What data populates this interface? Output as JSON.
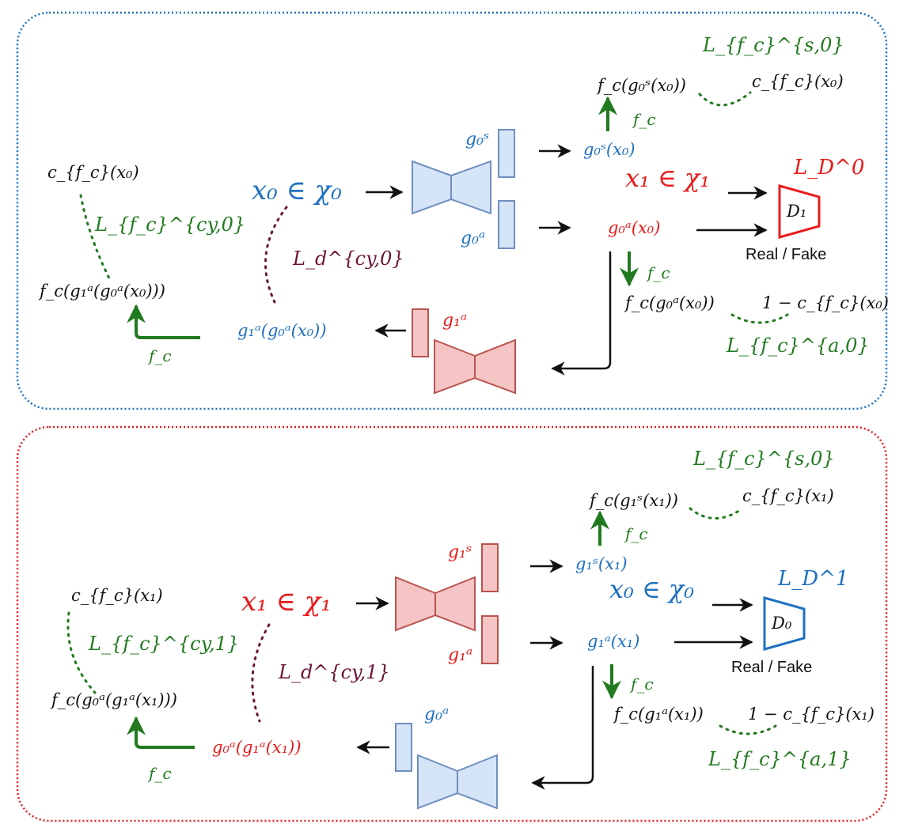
{
  "colors": {
    "blue": "#1f70c1",
    "red": "#e81c1c",
    "green": "#217a1f",
    "purple": "#6b1437",
    "black": "#111111",
    "net_blue_fill": "#d6e4f7",
    "net_blue_stroke": "#6f8fbf",
    "net_red_fill": "#f5c4c4",
    "net_red_stroke": "#b85450"
  },
  "top": {
    "enc_s_label": "g₀ˢ",
    "enc_a_label": "g₀ᵃ",
    "dec_label": "g₁ᵃ",
    "input": "x₀ ∈ χ₀",
    "target_domain": "x₁ ∈ χ₁",
    "style_code": "g₀ˢ(x₀)",
    "appearance_out": "g₀ᵃ(x₀)",
    "cycle_out": "g₁ᵃ(g₀ᵃ(x₀))",
    "fc_style": "f_c(g₀ˢ(x₀))",
    "c_style": "c_{f_c}(x₀)",
    "loss_style": "L_{f_c}^{s,0}",
    "fc_app": "f_c(g₀ᵃ(x₀))",
    "c_app": "1 − c_{f_c}(x₀)",
    "loss_app": "L_{f_c}^{a,0}",
    "c_cycle": "c_{f_c}(x₀)",
    "fc_cycle": "f_c(g₁ᵃ(g₀ᵃ(x₀)))",
    "loss_cycle_fc": "L_{f_c}^{cy,0}",
    "loss_cycle_d": "L_d^{cy,0}",
    "disc_label": "D₁",
    "disc_loss": "L_D^0",
    "real_fake": "Real / Fake",
    "fc_arrow_label": "f_c"
  },
  "bottom": {
    "enc_s_label": "g₁ˢ",
    "enc_a_label": "g₁ᵃ",
    "dec_label": "g₀ᵃ",
    "input": "x₁ ∈ χ₁",
    "target_domain": "x₀ ∈ χ₀",
    "style_code": "g₁ˢ(x₁)",
    "appearance_out": "g₁ᵃ(x₁)",
    "cycle_out": "g₀ᵃ(g₁ᵃ(x₁))",
    "fc_style": "f_c(g₁ˢ(x₁))",
    "c_style": "c_{f_c}(x₁)",
    "loss_style": "L_{f_c}^{s,0}",
    "fc_app": "f_c(g₁ᵃ(x₁))",
    "c_app": "1 − c_{f_c}(x₁)",
    "loss_app": "L_{f_c}^{a,1}",
    "c_cycle": "c_{f_c}(x₁)",
    "fc_cycle": "f_c(g₀ᵃ(g₁ᵃ(x₁)))",
    "loss_cycle_fc": "L_{f_c}^{cy,1}",
    "loss_cycle_d": "L_d^{cy,1}",
    "disc_label": "D₀",
    "disc_loss": "L_D^1",
    "real_fake": "Real / Fake",
    "fc_arrow_label": "f_c"
  }
}
